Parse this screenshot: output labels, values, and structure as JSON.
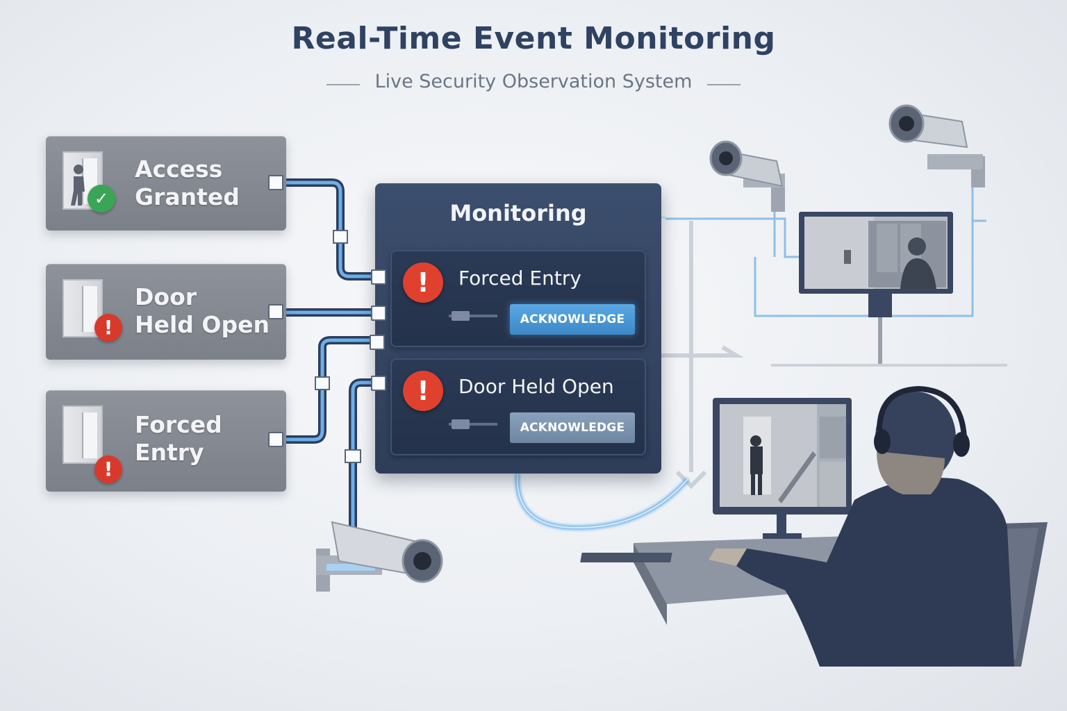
{
  "header": {
    "title": "Real-Time Event Monitoring",
    "subtitle": "Live Security Observation System"
  },
  "event_sources": [
    {
      "line1": "Access",
      "line2": "Granted",
      "status": "granted",
      "badge_glyph": "✓"
    },
    {
      "line1": "Door",
      "line2": "Held Open",
      "status": "alert",
      "badge_glyph": "!"
    },
    {
      "line1": "Forced",
      "line2": "Entry",
      "status": "alert",
      "badge_glyph": "!"
    }
  ],
  "monitoring_panel": {
    "title": "Monitoring",
    "alerts": [
      {
        "label": "Forced Entry",
        "icon_glyph": "!",
        "button_label": "ACKNOWLEDGE",
        "button_style": "primary"
      },
      {
        "label": "Door Held Open",
        "icon_glyph": "!",
        "button_label": "ACKNOWLEDGE",
        "button_style": "secondary"
      }
    ]
  },
  "icons": {
    "camera": "security-camera-icon",
    "display": "wall-display-icon",
    "operator": "operator-workstation-icon",
    "door": "door-icon",
    "person": "person-icon"
  },
  "colors": {
    "title": "#2f4262",
    "panel": "#34466a",
    "alert_red": "#d8392b",
    "granted_green": "#3aa655",
    "link_blue": "#4a9be0",
    "ack_primary": "#4a98d6",
    "ack_secondary": "#7b92ae",
    "card_gray": "#868a93"
  }
}
